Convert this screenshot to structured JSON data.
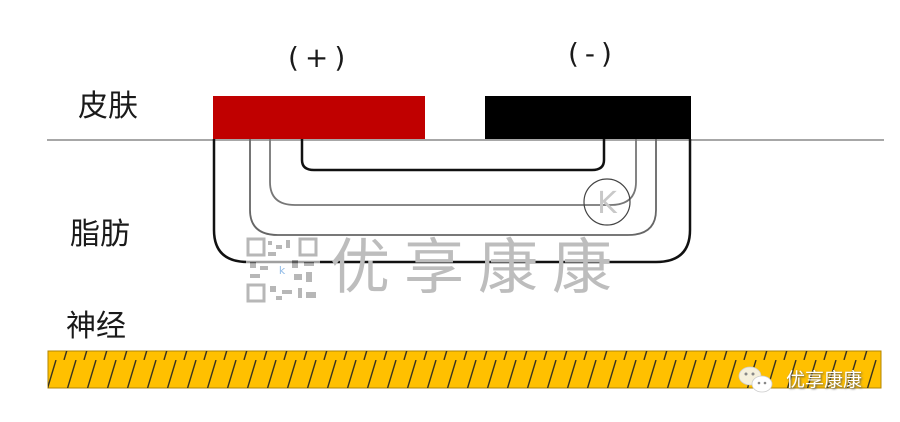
{
  "diagram": {
    "labels": {
      "skin": "皮肤",
      "fat": "脂肪",
      "nerve": "神经"
    },
    "electrodes": {
      "positive": {
        "label": "(+)",
        "color": "#c00000"
      },
      "negative": {
        "label": "(-)",
        "color": "#000000"
      }
    },
    "current_paths": {
      "count": 4,
      "description": "U-shaped current paths between electrodes through skin and fat layers"
    },
    "nerve_layer": {
      "fill_color": "#ffc000",
      "pattern": "diagonal-hatch"
    }
  },
  "watermark": {
    "text": "优享康康",
    "badge_letter": "K"
  },
  "brand": {
    "text": "优享康康",
    "icon": "wechat-icon"
  }
}
